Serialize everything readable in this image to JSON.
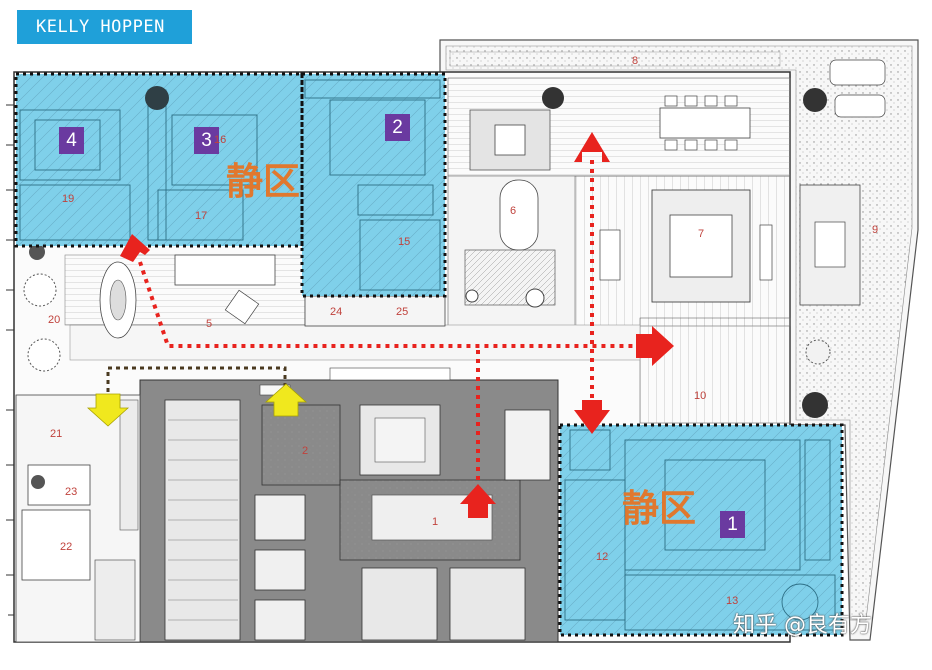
{
  "brand": {
    "label": "KELLY HOPPEN"
  },
  "badges": {
    "b1": "1",
    "b2": "2",
    "b3": "3",
    "b4": "4"
  },
  "zones": {
    "quiet_upper": "静区",
    "quiet_lower": "静区"
  },
  "rooms": {
    "r1": "1",
    "r2": "2",
    "r5": "5",
    "r6": "6",
    "r7": "7",
    "r8": "8",
    "r9": "9",
    "r10": "10",
    "r12": "12",
    "r13": "13",
    "r15": "15",
    "r16": "16",
    "r17": "17",
    "r19": "19",
    "r20": "20",
    "r21": "21",
    "r22": "22",
    "r23": "23",
    "r24": "24",
    "r25": "25"
  },
  "watermark": {
    "text": "知乎 @良有方"
  },
  "colors": {
    "quiet_zone_fill": "#7fd0ea",
    "badge": "#6a3aa0",
    "brand": "#1fa0d9",
    "zone_text": "#e0782e",
    "route_arrow": "#e8231e",
    "entry_arrow": "#f0e81e",
    "core": "#8a8a8a"
  },
  "icons": {
    "route_arrow": "red-arrow-icon",
    "entry_arrow": "yellow-arrow-icon"
  }
}
